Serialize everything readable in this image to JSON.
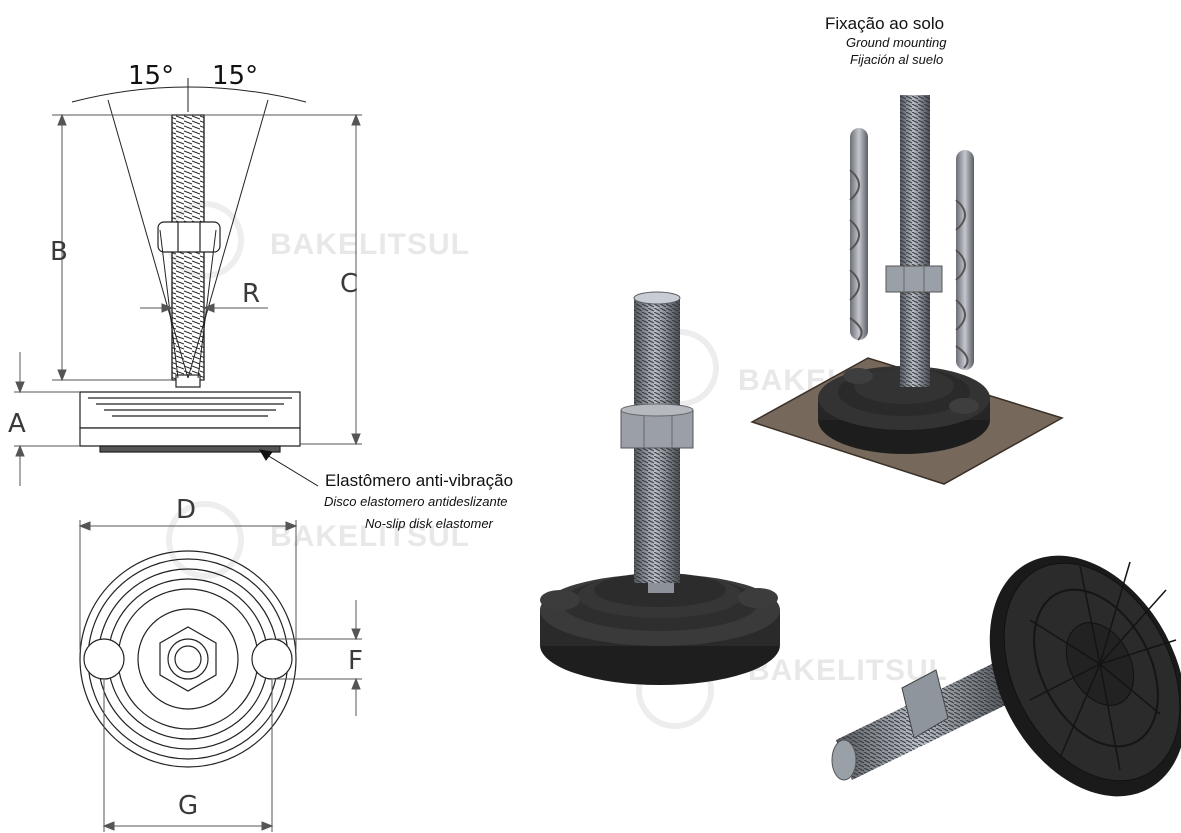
{
  "watermark": "BAKELITSUL",
  "dimensions": {
    "angle_left": "15°",
    "angle_right": "15°",
    "A": "A",
    "B": "B",
    "C": "C",
    "D": "D",
    "F": "F",
    "G": "G",
    "R": "R"
  },
  "callout_elastomer": {
    "title": "Elastômero anti-vibração",
    "line_es": "Disco elastomero antideslizante",
    "line_en": "No-slip disk elastomer"
  },
  "callout_ground": {
    "title": "Fixação ao solo",
    "line_en": "Ground mounting",
    "line_es": "Fijación al suelo"
  },
  "colors": {
    "dark_rubber": "#2a2a2a",
    "steel": "#8a8f99",
    "base_plate": "#7a6a5a",
    "line": "#222222",
    "watermark": "#e6e6e6"
  }
}
